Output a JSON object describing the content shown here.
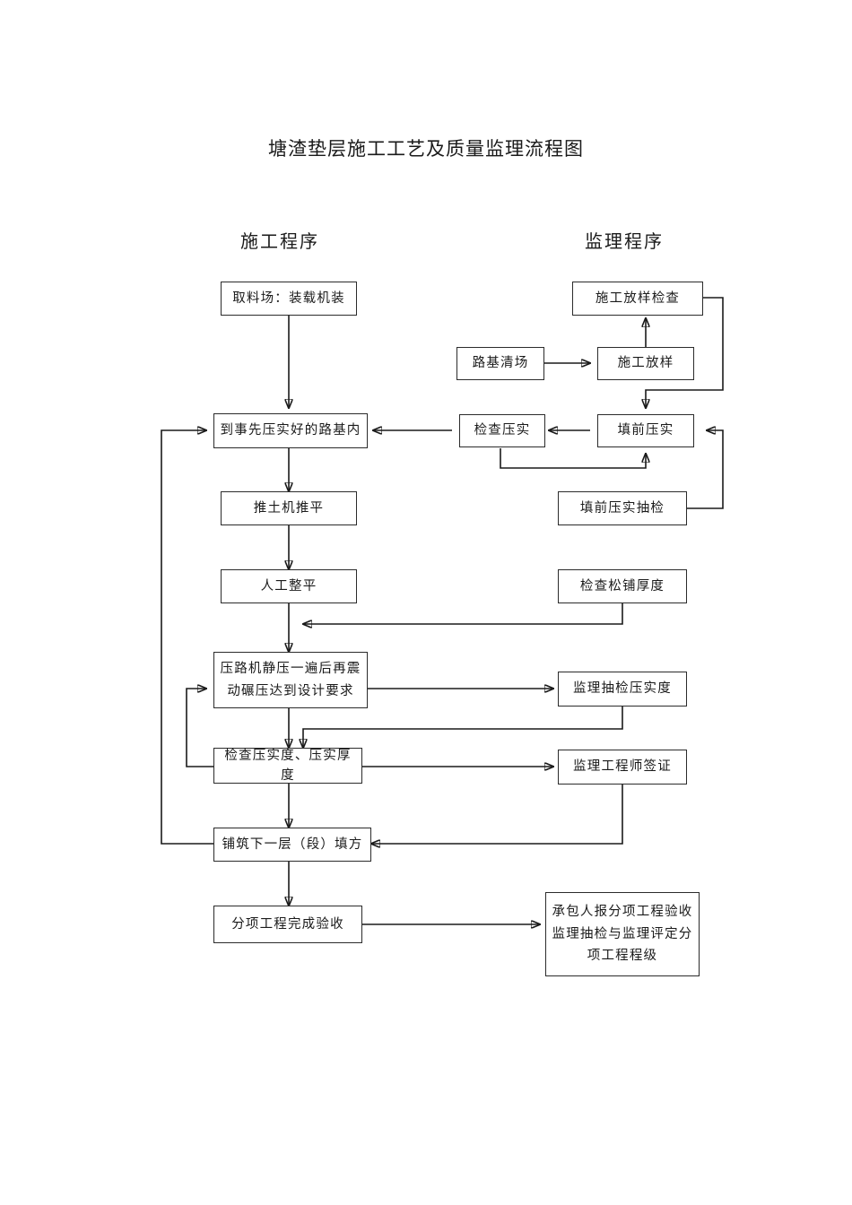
{
  "title": "塘渣垫层施工工艺及质量监理流程图",
  "columns": {
    "left_header": "施工程序",
    "right_header": "监理程序"
  },
  "nodes": {
    "quliaochang": "取料场：装载机装",
    "shigong_fangyang_jiancha": "施工放样检查",
    "luji_qingchang": "路基清场",
    "shigong_fangyang": "施工放样",
    "dao_shixian": "到事先压实好的路基内",
    "jiancha_yashi": "检查压实",
    "tianqian_yashi": "填前压实",
    "tuituji_tuiping": "推土机推平",
    "tianqian_yashi_choujian": "填前压实抽检",
    "rengong_zhengping": "人工整平",
    "jiancha_songpu_houdu": "检查松铺厚度",
    "yaluji_line1": "压路机静压一遍后再震",
    "yaluji_line2": "动碾压达到设计要求",
    "jianli_choujian_yashidu": "监理抽检压实度",
    "jiancha_yashidu_houdu": "检查压实度、压实厚度",
    "jianli_gongchengshi_qianzheng": "监理工程师签证",
    "puzhu_xiayiceng": "铺筑下一层（段）填方",
    "fenxiang_wancheng_yanshou": "分项工程完成验收",
    "chengbaoren_line1": "承包人报分项工程验收",
    "chengbaoren_line2": "监理抽检与监理评定分",
    "chengbaoren_line3": "项工程程级"
  },
  "colors": {
    "line": "#1a1a1a",
    "box_border": "#2b2b2b",
    "background": "#ffffff",
    "text": "#1a1a1a"
  }
}
